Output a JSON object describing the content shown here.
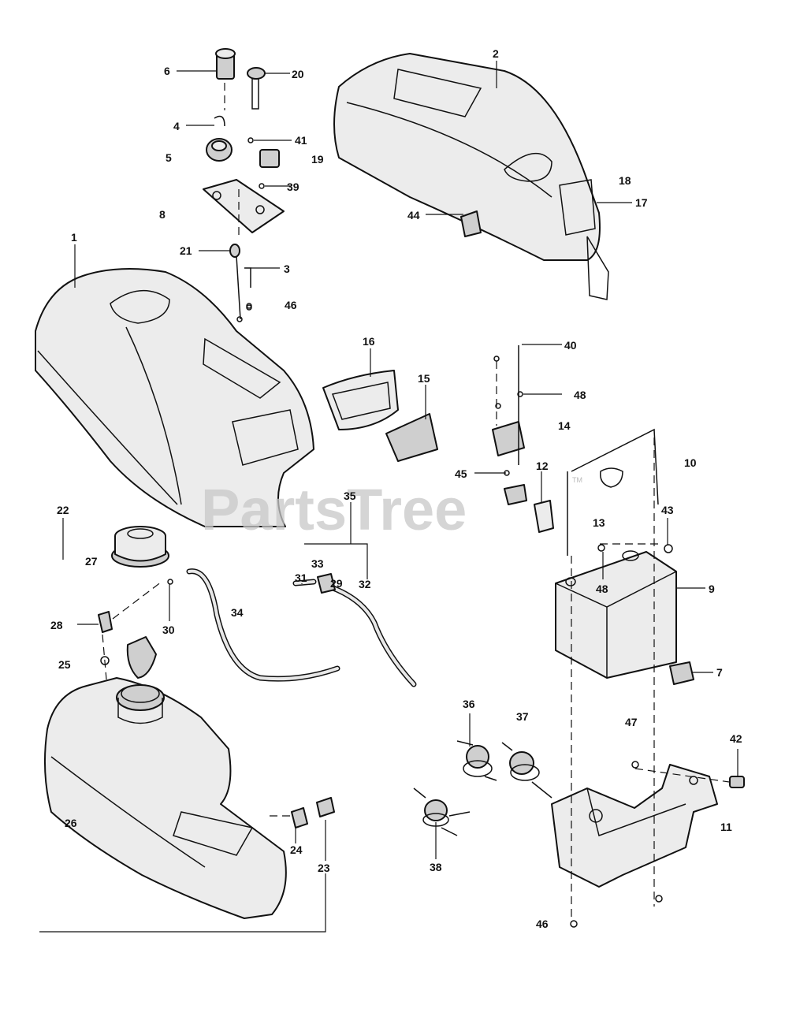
{
  "watermark": {
    "text": "PartsTree",
    "tm": "TM"
  },
  "labels": {
    "p1": "1",
    "p2": "2",
    "p3": "3",
    "p4": "4",
    "p5": "5",
    "p6": "6",
    "p7": "7",
    "p8": "8",
    "p9": "9",
    "p10": "10",
    "p11": "11",
    "p12": "12",
    "p13": "13",
    "p14": "14",
    "p15": "15",
    "p16": "16",
    "p17": "17",
    "p18": "18",
    "p19": "19",
    "p20": "20",
    "p21": "21",
    "p22": "22",
    "p23": "23",
    "p24": "24",
    "p25": "25",
    "p26": "26",
    "p27": "27",
    "p28": "28",
    "p29": "29",
    "p30": "30",
    "p31": "31",
    "p32": "32",
    "p33": "33",
    "p34": "34",
    "p35": "35",
    "p36": "36",
    "p37": "37",
    "p38": "38",
    "p39": "39",
    "p40": "40",
    "p41": "41",
    "p42": "42",
    "p43": "43",
    "p44": "44",
    "p45": "45",
    "p46a": "46",
    "p46b": "46",
    "p47": "47",
    "p48a": "48",
    "p48b": "48"
  }
}
